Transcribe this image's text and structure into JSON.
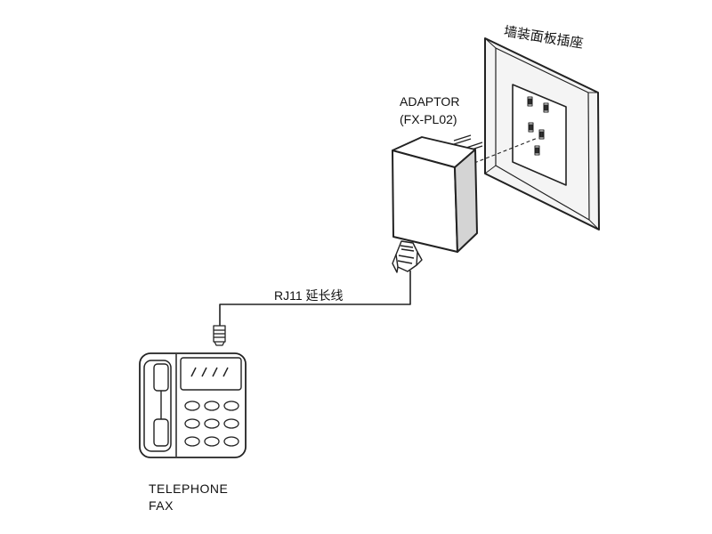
{
  "labels": {
    "wall_socket": "墙装面板插座",
    "adaptor_name": "ADAPTOR",
    "adaptor_model": "(FX-PL02)",
    "cable": "RJ11 延长线",
    "device_line1": "TELEPHONE",
    "device_line2": "FAX"
  },
  "colors": {
    "line": "#222222",
    "wall_plate_fill": "#f2f2f2",
    "adaptor_side": "#cfcfcf"
  }
}
